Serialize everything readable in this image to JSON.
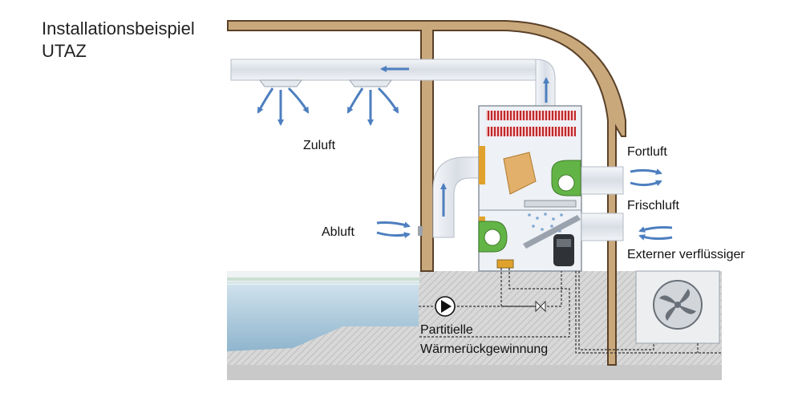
{
  "title": {
    "line1": "Installationsbeispiel",
    "line2": "UTAZ"
  },
  "labels": {
    "zuluft": "Zuluft",
    "fortluft": "Fortluft",
    "frischluft": "Frischluft",
    "abluft": "Abluft",
    "externer": "Externer verflüssiger",
    "partitielle": "Partitielle",
    "waermerueck": "Wärmerückgewinnung"
  },
  "colors": {
    "wall": "#c9a97c",
    "wall_stroke": "#5a4128",
    "duct": "#e4e8ee",
    "arrow": "#4d7fbf",
    "heater": "#c0282d",
    "fan": "#63b446",
    "water": "#a9c8dc",
    "ground": "#d6d6d6",
    "filter": "#e0a22c",
    "exchanger": "#e2b06a"
  }
}
